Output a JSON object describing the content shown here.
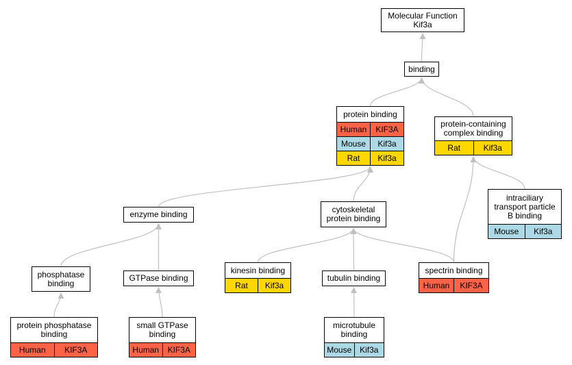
{
  "colors": {
    "Human": "#ff6347",
    "Mouse": "#add8e6",
    "Rat": "#ffd700",
    "edge": "#c0c0c0"
  },
  "nodes": {
    "mf": {
      "lines": [
        "Molecular Function",
        "Kif3a"
      ],
      "rows": []
    },
    "binding": {
      "lines": [
        "binding"
      ],
      "rows": []
    },
    "protein_binding": {
      "lines": [
        "protein binding"
      ],
      "rows": [
        {
          "species": "Human",
          "gene": "KIF3A"
        },
        {
          "species": "Mouse",
          "gene": "Kif3a"
        },
        {
          "species": "Rat",
          "gene": "Kif3a"
        }
      ]
    },
    "pccb": {
      "lines": [
        "protein-containing",
        "complex binding"
      ],
      "rows": [
        {
          "species": "Rat",
          "gene": "Kif3a"
        }
      ]
    },
    "itpb": {
      "lines": [
        "intraciliary",
        "transport particle",
        "B binding"
      ],
      "rows": [
        {
          "species": "Mouse",
          "gene": "Kif3a"
        }
      ]
    },
    "enzyme": {
      "lines": [
        "enzyme binding"
      ],
      "rows": []
    },
    "cyto": {
      "lines": [
        "cytoskeletal",
        "protein binding"
      ],
      "rows": []
    },
    "phos": {
      "lines": [
        "phosphatase",
        "binding"
      ],
      "rows": []
    },
    "gtpase": {
      "lines": [
        "GTPase binding"
      ],
      "rows": []
    },
    "kinesin": {
      "lines": [
        "kinesin binding"
      ],
      "rows": [
        {
          "species": "Rat",
          "gene": "Kif3a"
        }
      ]
    },
    "tubulin": {
      "lines": [
        "tubulin binding"
      ],
      "rows": []
    },
    "spectrin": {
      "lines": [
        "spectrin binding"
      ],
      "rows": [
        {
          "species": "Human",
          "gene": "KIF3A"
        }
      ]
    },
    "ppb": {
      "lines": [
        "protein phosphatase",
        "binding"
      ],
      "rows": [
        {
          "species": "Human",
          "gene": "KIF3A"
        }
      ]
    },
    "sgtp": {
      "lines": [
        "small GTPase",
        "binding"
      ],
      "rows": [
        {
          "species": "Human",
          "gene": "KIF3A"
        }
      ]
    },
    "micro": {
      "lines": [
        "microtubule",
        "binding"
      ],
      "rows": [
        {
          "species": "Mouse",
          "gene": "Kif3a"
        }
      ]
    }
  },
  "edges": [
    {
      "from": "binding",
      "to": "mf"
    },
    {
      "from": "protein_binding",
      "to": "binding"
    },
    {
      "from": "pccb",
      "to": "binding"
    },
    {
      "from": "enzyme",
      "to": "protein_binding"
    },
    {
      "from": "cyto",
      "to": "protein_binding"
    },
    {
      "from": "itpb",
      "to": "pccb"
    },
    {
      "from": "spectrin",
      "to": "pccb"
    },
    {
      "from": "phos",
      "to": "enzyme"
    },
    {
      "from": "gtpase",
      "to": "enzyme"
    },
    {
      "from": "kinesin",
      "to": "cyto"
    },
    {
      "from": "tubulin",
      "to": "cyto"
    },
    {
      "from": "spectrin",
      "to": "cyto"
    },
    {
      "from": "ppb",
      "to": "phos"
    },
    {
      "from": "sgtp",
      "to": "gtpase"
    },
    {
      "from": "micro",
      "to": "tubulin"
    }
  ]
}
